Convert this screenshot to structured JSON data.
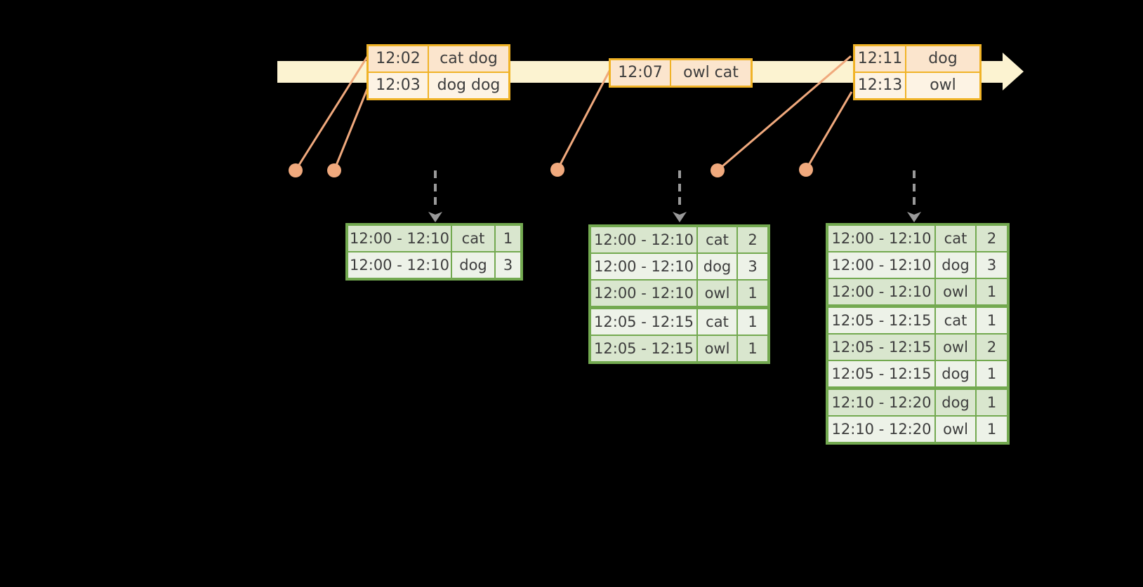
{
  "colors": {
    "background": "#000000",
    "timeline_fill": "#fcf3d1",
    "event_table_border": "#f0b327",
    "event_row_primary": "#fbe5cd",
    "event_row_secondary": "#fdf3e4",
    "connector_and_dots": "#f0a97d",
    "trigger_arrow": "#9a9a9a",
    "result_table_border": "#73a950",
    "result_row_dark": "#d9e6ce",
    "result_row_light": "#edf2e8",
    "text": "#3d3d3d"
  },
  "event_tables": [
    {
      "rows": [
        {
          "time": "12:02",
          "words": "cat dog"
        },
        {
          "time": "12:03",
          "words": "dog dog"
        }
      ]
    },
    {
      "rows": [
        {
          "time": "12:07",
          "words": "owl cat"
        }
      ]
    },
    {
      "rows": [
        {
          "time": "12:11",
          "words": "dog"
        },
        {
          "time": "12:13",
          "words": "owl"
        }
      ]
    }
  ],
  "result_tables": [
    {
      "rows": [
        {
          "window": "12:00 - 12:10",
          "word": "cat",
          "count": "1"
        },
        {
          "window": "12:00 - 12:10",
          "word": "dog",
          "count": "3"
        }
      ]
    },
    {
      "rows": [
        {
          "window": "12:00 - 12:10",
          "word": "cat",
          "count": "2"
        },
        {
          "window": "12:00 - 12:10",
          "word": "dog",
          "count": "3"
        },
        {
          "window": "12:00 - 12:10",
          "word": "owl",
          "count": "1"
        },
        {
          "window": "12:05 - 12:15",
          "word": "cat",
          "count": "1"
        },
        {
          "window": "12:05 - 12:15",
          "word": "owl",
          "count": "1"
        }
      ]
    },
    {
      "rows": [
        {
          "window": "12:00 - 12:10",
          "word": "cat",
          "count": "2"
        },
        {
          "window": "12:00 - 12:10",
          "word": "dog",
          "count": "3"
        },
        {
          "window": "12:00 - 12:10",
          "word": "owl",
          "count": "1"
        },
        {
          "window": "12:05 - 12:15",
          "word": "cat",
          "count": "1"
        },
        {
          "window": "12:05 - 12:15",
          "word": "owl",
          "count": "2"
        },
        {
          "window": "12:05 - 12:15",
          "word": "dog",
          "count": "1"
        },
        {
          "window": "12:10 - 12:20",
          "word": "dog",
          "count": "1"
        },
        {
          "window": "12:10 - 12:20",
          "word": "owl",
          "count": "1"
        }
      ]
    }
  ],
  "icons": {
    "timeline_arrow": "right-arrow-band",
    "event_dot": "filled-circle",
    "trigger_arrow": "dashed-down-arrow"
  }
}
